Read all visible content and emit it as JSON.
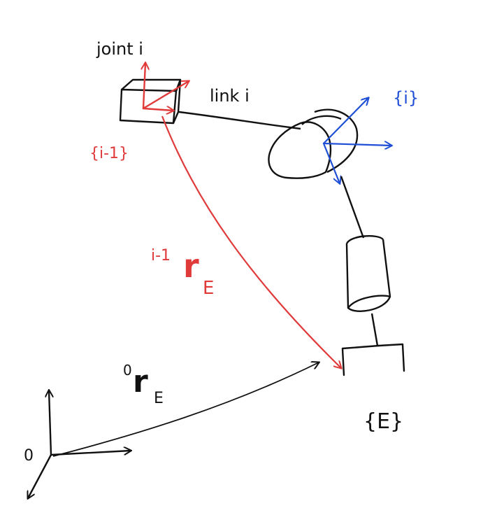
{
  "colors": {
    "ink": "#111111",
    "red": "#e03a3a",
    "blue": "#1f4fd6",
    "background": "#ffffff"
  },
  "labels": {
    "joint_i": "joint i",
    "link_i": "link i",
    "frame_i_minus_1": "{i-1}",
    "frame_i": "{i}",
    "frame_e": "{E}",
    "origin": "0",
    "vec_world_pre": "0",
    "vec_world_r": "r",
    "vec_world_sub": "E",
    "vec_local_pre": "i-1",
    "vec_local_r": "r",
    "vec_local_sub": "E"
  }
}
